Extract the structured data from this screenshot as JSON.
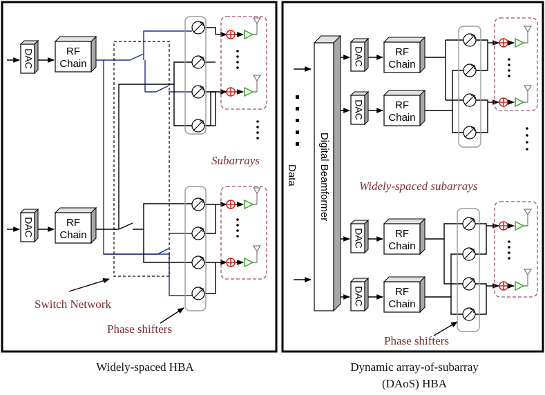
{
  "left_panel": {
    "dac_label": "DAC",
    "rf_label_line1": "RF",
    "rf_label_line2": "Chain",
    "subarrays_label": "Subarrays",
    "switch_network_label": "Switch Network",
    "phase_shifters_label": "Phase shifters",
    "caption": "Widely-spaced HBA"
  },
  "right_panel": {
    "data_label": "Data",
    "beamformer_label": "Digital Beamformer",
    "dac_label": "DAC",
    "rf_label_line1": "RF",
    "rf_label_line2": "Chain",
    "subarrays_label": "Widely-spaced subarrays",
    "phase_shifters_label": "Phase shifters",
    "caption_line1": "Dynamic array-of-subarray",
    "caption_line2": "(DAoS) HBA"
  },
  "colors": {
    "blue_wire": "#1f2c8c",
    "subarray_border": "#a0526a",
    "label_text": "#7a2e2e",
    "adder": "#d42020",
    "amplifier": "#3aa52a",
    "phase_group": "#9a9a9a"
  }
}
